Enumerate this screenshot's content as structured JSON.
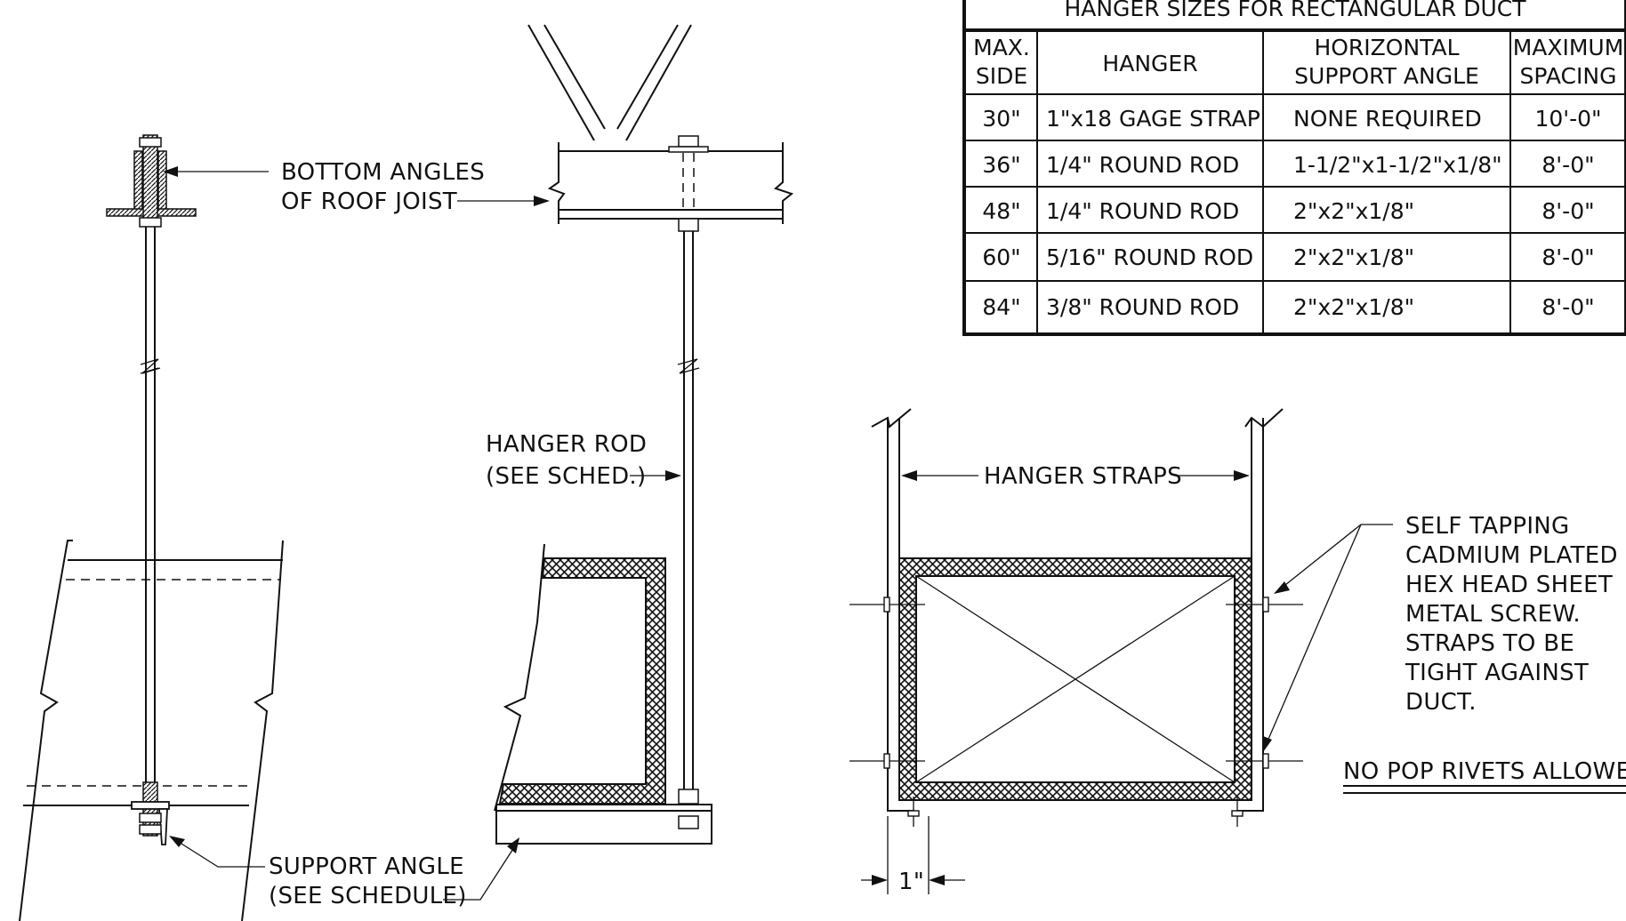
{
  "labels": {
    "bottom_angles_1": "BOTTOM ANGLES",
    "bottom_angles_2": "OF ROOF JOIST",
    "hanger_rod_1": "HANGER ROD",
    "hanger_rod_2": "(SEE SCHED.)",
    "support_angle_1": "SUPPORT ANGLE",
    "support_angle_2": "(SEE SCHEDULE)",
    "hanger_straps": "HANGER STRAPS",
    "screw_note": [
      "SELF TAPPING",
      "CADMIUM PLATED",
      "HEX HEAD SHEET",
      "METAL SCREW.",
      "STRAPS TO BE",
      "TIGHT AGAINST",
      "DUCT."
    ],
    "no_pop_rivets": "NO POP RIVETS ALLOWED",
    "dimension_1in": "1\""
  },
  "schedule": {
    "title": "HANGER SIZES FOR RECTANGULAR DUCT",
    "headers": {
      "max_side_1": "MAX.",
      "max_side_2": "SIDE",
      "hanger": "HANGER",
      "support_1": "HORIZONTAL",
      "support_2": "SUPPORT ANGLE",
      "spacing_1": "MAXIMUM",
      "spacing_2": "SPACING"
    },
    "rows": [
      {
        "side": "30\"",
        "hanger": "1\"x18 GAGE STRAP",
        "angle": "NONE REQUIRED",
        "spacing": "10'-0\""
      },
      {
        "side": "36\"",
        "hanger": "1/4\" ROUND ROD",
        "angle": "1-1/2\"x1-1/2\"x1/8\"",
        "spacing": "8'-0\""
      },
      {
        "side": "48\"",
        "hanger": "1/4\" ROUND ROD",
        "angle": "2\"x2\"x1/8\"",
        "spacing": "8'-0\""
      },
      {
        "side": "60\"",
        "hanger": "5/16\" ROUND ROD",
        "angle": "2\"x2\"x1/8\"",
        "spacing": "8'-0\""
      },
      {
        "side": "84\"",
        "hanger": "3/8\" ROUND ROD",
        "angle": "2\"x2\"x1/8\"",
        "spacing": "8'-0\""
      }
    ]
  }
}
